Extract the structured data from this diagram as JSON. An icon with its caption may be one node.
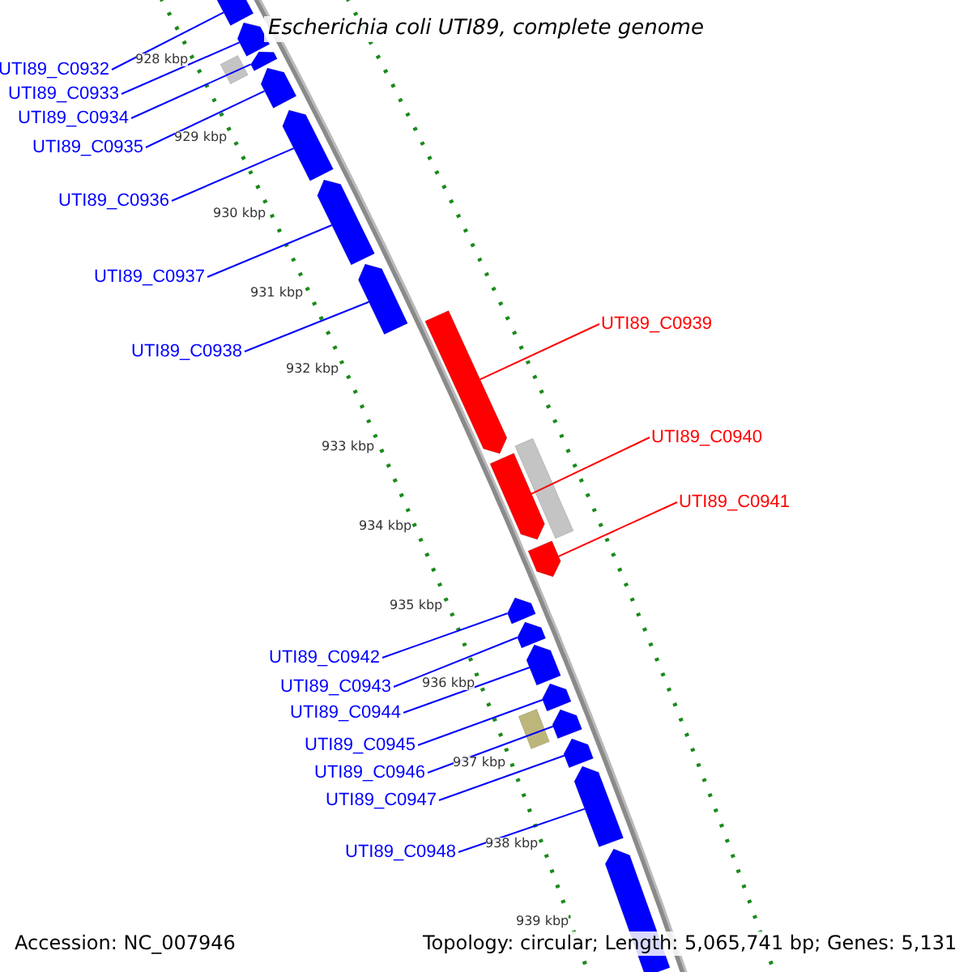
{
  "diagram": {
    "title": "Escherichia coli UTI89, complete genome",
    "nodes": [
      {
        "text": [
          "UTI89_C0932"
        ]
      },
      {
        "text": [
          "UTI89_C0933"
        ]
      },
      {
        "text": [
          "UTI89_C0934"
        ]
      },
      {
        "text": [
          "UTI89_C0935"
        ]
      },
      {
        "text": [
          "UTI89_C0936"
        ]
      },
      {
        "text": [
          "UTI89_C0937"
        ]
      },
      {
        "text": [
          "UTI89_C0938"
        ]
      },
      {
        "text": [
          "UTI89_C0939"
        ]
      },
      {
        "text": [
          "UTI89_C0940"
        ]
      },
      {
        "text": [
          "UTI89_C0941"
        ]
      },
      {
        "text": [
          "UTI89_C0942"
        ]
      },
      {
        "text": [
          "UTI89_C0943"
        ]
      },
      {
        "text": [
          "UTI89_C0944"
        ]
      },
      {
        "text": [
          "UTI89_C0945"
        ]
      },
      {
        "text": [
          "UTI89_C0946"
        ]
      },
      {
        "text": [
          "UTI89_C0947"
        ]
      },
      {
        "text": [
          "UTI89_C0948"
        ]
      },
      {
        "text": [],
        "shape": "arrow"
      },
      {
        "text": [],
        "shape": "arrow"
      },
      {
        "text": [],
        "shape": "box"
      },
      {
        "text": [],
        "shape": "arrow"
      },
      {
        "text": [],
        "shape": "arrow"
      },
      {
        "text": [],
        "shape": "arrow"
      },
      {
        "text": [],
        "shape": "arrow"
      },
      {
        "text": [],
        "shape": "arrow"
      },
      {
        "text": [],
        "shape": "arrow"
      },
      {
        "text": [],
        "shape": "box"
      },
      {
        "text": [],
        "shape": "arrow"
      },
      {
        "text": [],
        "shape": "arrow"
      },
      {
        "text": [],
        "shape": "arrow"
      },
      {
        "text": [],
        "shape": "arrow"
      },
      {
        "text": [],
        "shape": "arrow"
      },
      {
        "text": [],
        "shape": "arrow"
      },
      {
        "text": [],
        "shape": "box"
      },
      {
        "text": [],
        "shape": "arrow"
      },
      {
        "text": [],
        "shape": "arrow"
      },
      {
        "text": [],
        "shape": "arrow"
      },
      {
        "text": [],
        "shape": "arrow"
      }
    ],
    "edges": [
      {
        "from": 0,
        "to": 17,
        "arrow": "none"
      },
      {
        "from": 1,
        "to": 18,
        "arrow": "none"
      },
      {
        "from": 2,
        "to": 20,
        "arrow": "none"
      },
      {
        "from": 3,
        "to": 21,
        "arrow": "none"
      },
      {
        "from": 4,
        "to": 22,
        "arrow": "none"
      },
      {
        "from": 5,
        "to": 23,
        "arrow": "none"
      },
      {
        "from": 6,
        "to": 24,
        "arrow": "none"
      },
      {
        "from": 7,
        "to": 25,
        "arrow": "none",
        "color": "#ff0000"
      },
      {
        "from": 8,
        "to": 27,
        "arrow": "none",
        "color": "#ff0000"
      },
      {
        "from": 9,
        "to": 28,
        "arrow": "none",
        "color": "#ff0000"
      },
      {
        "from": 10,
        "to": 29,
        "arrow": "none"
      },
      {
        "from": 11,
        "to": 30,
        "arrow": "none"
      },
      {
        "from": 12,
        "to": 31,
        "arrow": "none"
      },
      {
        "from": 13,
        "to": 32,
        "arrow": "none"
      },
      {
        "from": 14,
        "to": 34,
        "arrow": "none"
      },
      {
        "from": 15,
        "to": 35,
        "arrow": "none"
      },
      {
        "from": 16,
        "to": 36,
        "arrow": "none"
      }
    ],
    "labels": [
      "928 kbp",
      "929 kbp",
      "930 kbp",
      "931 kbp",
      "932 kbp",
      "933 kbp",
      "934 kbp",
      "935 kbp",
      "936 kbp",
      "937 kbp",
      "938 kbp",
      "939 kbp",
      "Accession: NC_007946",
      "Topology: circular; Length: 5,065,741 bp; Genes: 5,131"
    ]
  }
}
